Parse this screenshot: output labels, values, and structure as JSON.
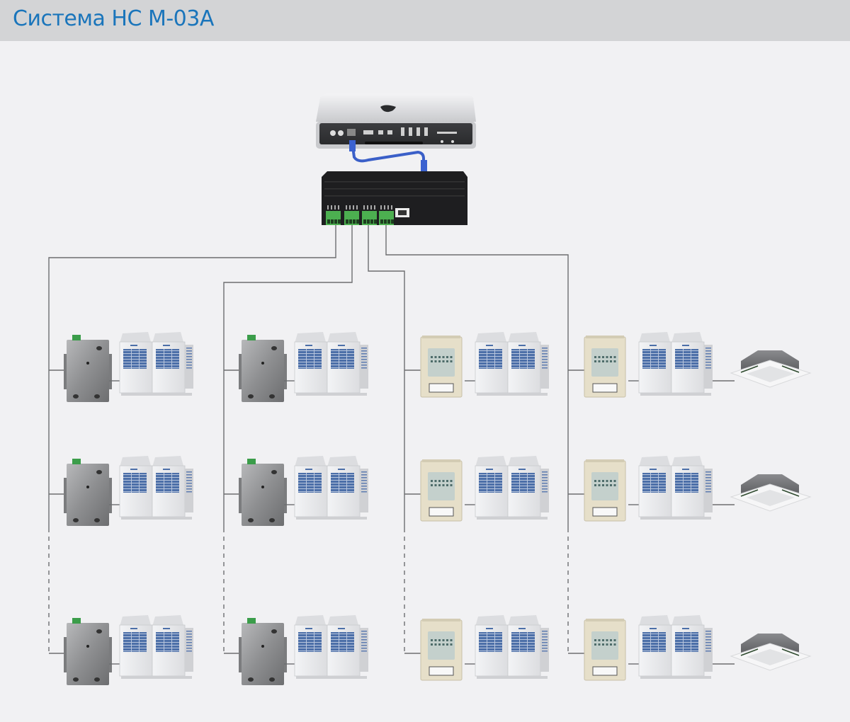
{
  "header": {
    "title": "Система HC M-03A"
  },
  "colors": {
    "title": "#1a75bb",
    "header_bg": "#d3d4d6",
    "background": "#f1f1f3",
    "wire": "#6d6e70",
    "cable": "#3a5fc8",
    "gateway_body": "#1c1c1c",
    "terminal_green": "#4caf50",
    "adapter_metal": "#8d8e90",
    "controller_beige": "#e6dfc9",
    "outdoor_unit": "#e9eaec",
    "outdoor_grille": "#4c6fa8"
  },
  "diagram": {
    "computer": {
      "icon": "mac-mini-icon"
    },
    "gateway": {
      "icon": "gateway-hub-icon",
      "ports": 4,
      "ethernet_port": true
    },
    "branches": [
      {
        "id": 1,
        "adapter": "metal-gateway-adapter",
        "rows": 3,
        "has_indoor_unit": false
      },
      {
        "id": 2,
        "adapter": "metal-gateway-adapter",
        "rows": 3,
        "has_indoor_unit": false
      },
      {
        "id": 3,
        "adapter": "beige-controller",
        "rows": 3,
        "has_indoor_unit": false
      },
      {
        "id": 4,
        "adapter": "beige-controller",
        "rows": 3,
        "has_indoor_unit": true
      }
    ],
    "row_continuation": "dashed"
  }
}
